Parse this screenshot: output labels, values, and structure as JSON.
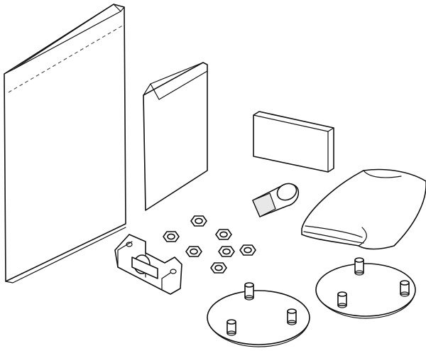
{
  "diagram": {
    "type": "exploded parts illustration",
    "colors": {
      "line": "#111111",
      "background": "#ffffff"
    },
    "parts": [
      {
        "name": "resealable-bag"
      },
      {
        "name": "small-envelope"
      },
      {
        "name": "rubber-pad"
      },
      {
        "name": "folded-cloth"
      },
      {
        "name": "cylindrical-cap"
      },
      {
        "name": "hinge-bracket"
      },
      {
        "name": "hex-nut",
        "count": 7
      },
      {
        "name": "round-base-plate",
        "count": 2
      }
    ]
  }
}
